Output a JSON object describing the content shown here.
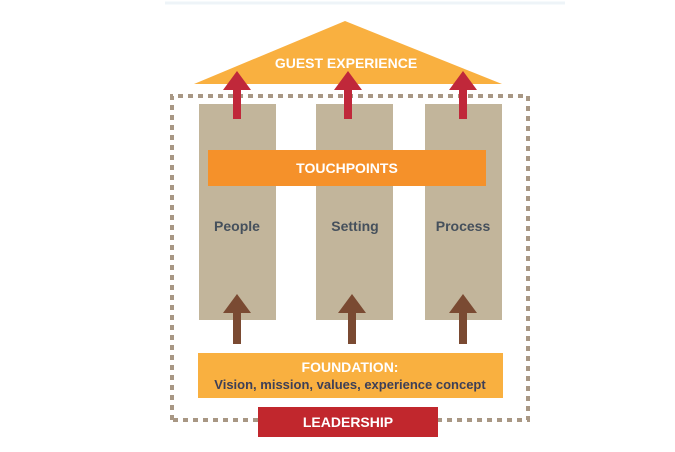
{
  "roof": {
    "label": "GUEST EXPERIENCE"
  },
  "touchpoints": {
    "label": "TOUCHPOINTS"
  },
  "pillars": [
    {
      "label": "People"
    },
    {
      "label": "Setting"
    },
    {
      "label": "Process"
    }
  ],
  "foundation": {
    "title": "FOUNDATION:",
    "subtitle": "Vision, mission, values, experience concept"
  },
  "leadership": {
    "label": "LEADERSHIP"
  },
  "colors": {
    "roof": "#F9B040",
    "roof_text": "#ffffff",
    "touchpoints": "#F5912A",
    "pillar": "#C2B59B",
    "pillar_text": "#45505C",
    "foundation": "#F9B040",
    "foundation_text": "#3D3F57",
    "leadership": "#C1272D",
    "up_arrow": "#C0283A",
    "base_arrow": "#7A4A32",
    "dotted_border": "#A89784",
    "top_line": "#EEF4F8"
  }
}
